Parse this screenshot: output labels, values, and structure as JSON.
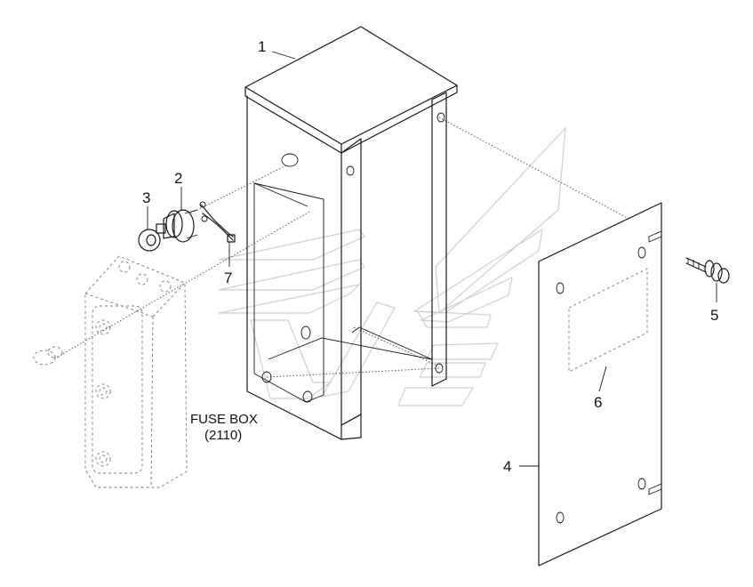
{
  "callouts": {
    "c1": "1",
    "c2": "2",
    "c3": "3",
    "c4": "4",
    "c5": "5",
    "c6": "6",
    "c7": "7"
  },
  "fuse_box": {
    "name": "FUSE BOX",
    "ref": "(2110)"
  }
}
